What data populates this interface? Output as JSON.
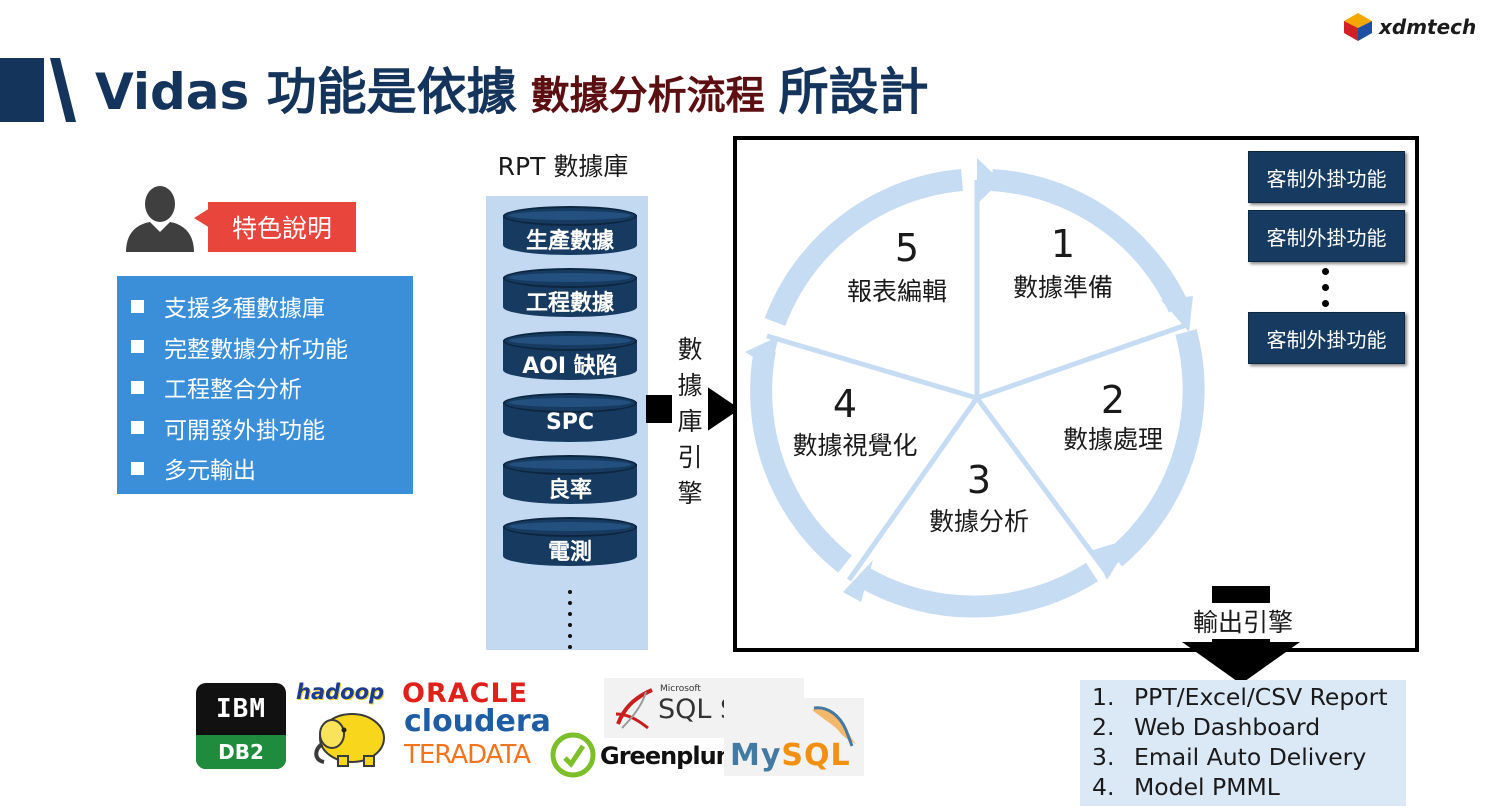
{
  "logo": {
    "text": "xdmtech"
  },
  "title": {
    "part1": "Vidas 功能是依據",
    "part2": "數據分析流程",
    "part3": "所設計"
  },
  "features": {
    "badge": "特色說明",
    "items": [
      "支援多種數據庫",
      "完整數據分析功能",
      "工程整合分析",
      "可開發外掛功能",
      "多元輸出"
    ]
  },
  "rpt": {
    "title": "RPT 數據庫",
    "databases": [
      "生產數據",
      "工程數據",
      "AOI 缺陷",
      "SPC",
      "良率",
      "電測"
    ]
  },
  "engine": {
    "chars": [
      "數",
      "據",
      "庫",
      "引",
      "擎"
    ]
  },
  "cycle": {
    "segments": [
      {
        "num": "1",
        "label": "數據準備"
      },
      {
        "num": "2",
        "label": "數據處理"
      },
      {
        "num": "3",
        "label": "數據分析"
      },
      {
        "num": "4",
        "label": "數據視覺化"
      },
      {
        "num": "5",
        "label": "報表編輯"
      }
    ]
  },
  "plugins": [
    "客制外掛功能",
    "客制外掛功能",
    "客制外掛功能"
  ],
  "output": {
    "label": "輸出引擎",
    "items": [
      {
        "n": "1.",
        "text": "PPT/Excel/CSV Report"
      },
      {
        "n": "2.",
        "text": "Web Dashboard"
      },
      {
        "n": "3.",
        "text": "Email Auto Delivery"
      },
      {
        "n": "4.",
        "text": "Model PMML"
      }
    ]
  },
  "brands": {
    "ibm": "IBM",
    "db2": "DB2",
    "hadoop": "hadoop",
    "oracle": "ORACLE",
    "cloudera": "cloudera",
    "teradata": "TERADATA",
    "greenplum": "Greenplum",
    "microsoft": "Microsoft",
    "sqlserver": "SQL Server",
    "mysql": "MySQL"
  },
  "colors": {
    "navy": "#15345b",
    "maroon": "#5b0f12",
    "badge": "#e8453c",
    "feature_bg": "#3b8fd8",
    "db_column": "#c3d9f2",
    "cycle": "#c6dcf2",
    "output_bg": "#dbe8f6"
  }
}
